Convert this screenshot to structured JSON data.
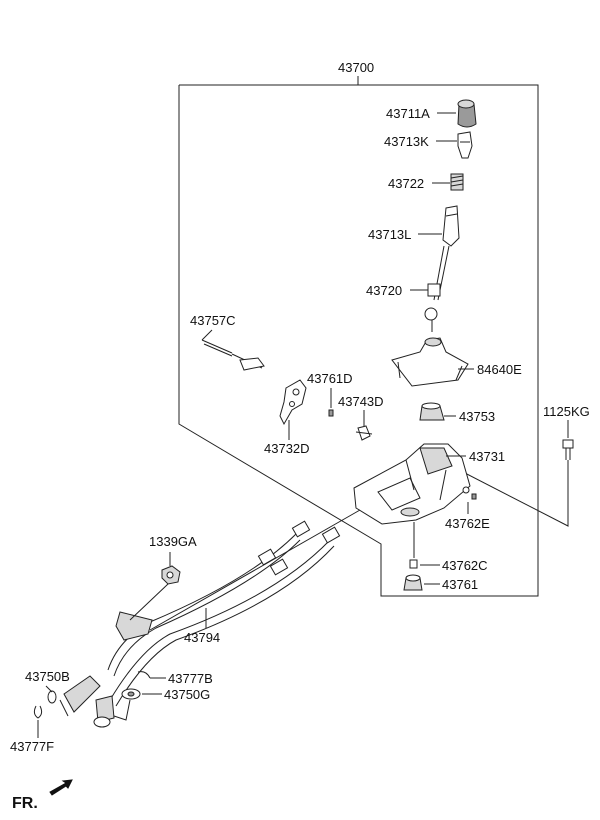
{
  "labels": {
    "p43700": "43700",
    "p43711A": "43711A",
    "p43713K": "43713K",
    "p43722": "43722",
    "p43713L": "43713L",
    "p43720": "43720",
    "p43757C": "43757C",
    "p84640E": "84640E",
    "p43761D": "43761D",
    "p43743D": "43743D",
    "p43753": "43753",
    "p1125KG": "1125KG",
    "p43732D": "43732D",
    "p43731": "43731",
    "p43762E": "43762E",
    "p1339GA": "1339GA",
    "p43762C": "43762C",
    "p43761": "43761",
    "p43794": "43794",
    "p43750B": "43750B",
    "p43777B": "43777B",
    "p43750G": "43750G",
    "p43777F": "43777F",
    "fr": "FR."
  }
}
